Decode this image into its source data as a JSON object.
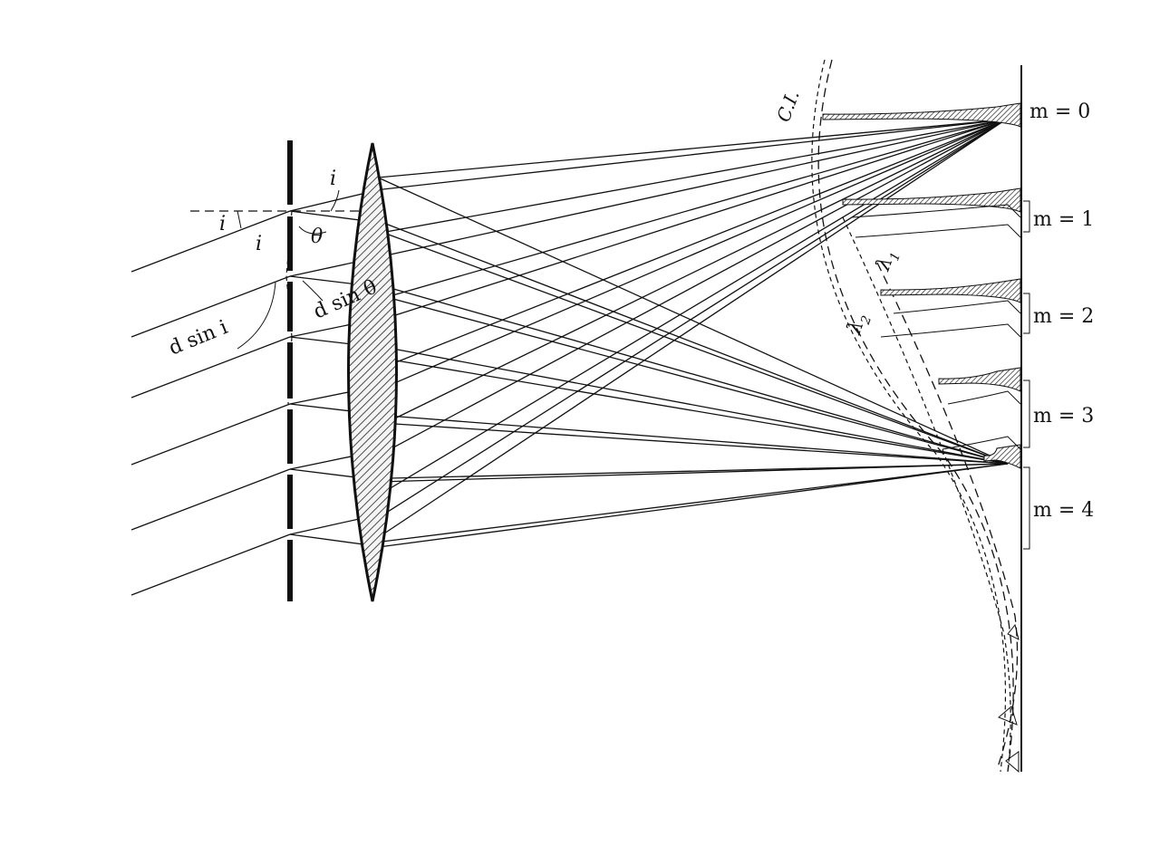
{
  "labels": {
    "angle_i_1": "i",
    "angle_i_2": "i",
    "angle_i_3": "i",
    "angle_theta": "θ",
    "d_sin_i": "d sin i",
    "d_sin_theta": "d sin θ",
    "ci": "C.I.",
    "lambda1": "λ",
    "lambda1_sub": "1",
    "lambda2": "λ",
    "lambda2_sub": "2",
    "orders": [
      "m = 0",
      "m = 1",
      "m = 2",
      "m = 3",
      "m = 4"
    ]
  },
  "colors": {
    "ink": "#111111",
    "paper": "#ffffff"
  }
}
